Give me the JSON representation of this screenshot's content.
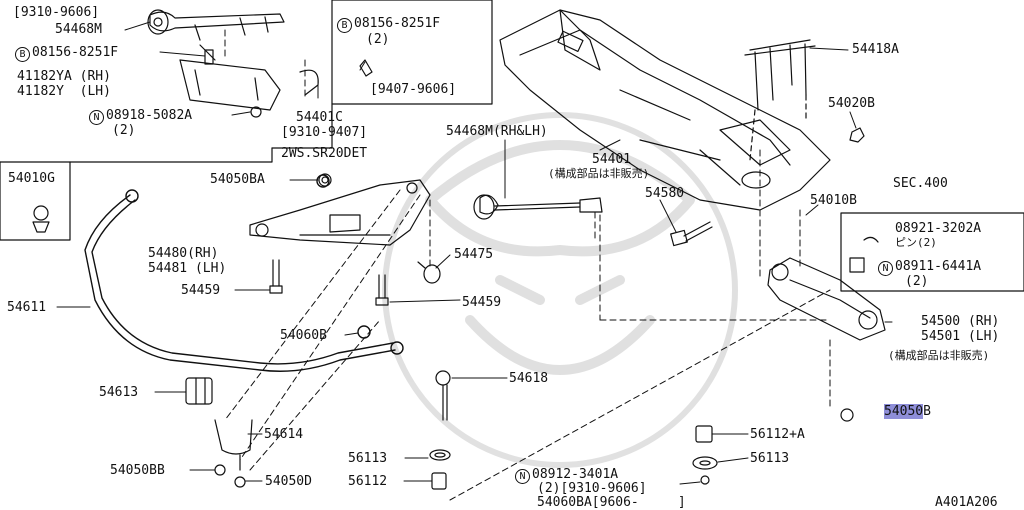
{
  "figure_id": "A401A206",
  "labels": {
    "range_9310_9606": "[9310-9606]",
    "p54468M_top": "54468M",
    "b08156_left": "08156-8251F",
    "p41182YA": "41182YA (RH)",
    "p41182Y": "41182Y  (LH)",
    "n08918": "08918-5082A",
    "n08918_qty": "(2)",
    "p54401C": "54401C",
    "range_9310_9407": "[9310-9407]",
    "engine_note": "2WS.SR20DET",
    "b08156_right": "08156-8251F",
    "b08156_right_qty": "(2)",
    "range_9407_9606": "[9407-9606]",
    "p54418A": "54418A",
    "p54020B": "54020B",
    "p54468M_mid": "54468M(RH&LH)",
    "p54401": "54401",
    "not_sold_1": "(構成部品は非販売)",
    "p54010G": "54010G",
    "p54050BA_top": "54050BA",
    "p54580": "54580",
    "sec400": "SEC.400",
    "p54010B": "54010B",
    "p08921": "08921-3202A",
    "p08921_note": "ピン(2)",
    "n08911": "08911-6441A",
    "n08911_qty": "(2)",
    "p54480": "54480(RH)",
    "p54481": "54481 (LH)",
    "p54475": "54475",
    "p54459_left": "54459",
    "p54459_mid": "54459",
    "p54611": "54611",
    "p54060B": "54060B",
    "p54500": "54500 (RH)",
    "p54501": "54501 (LH)",
    "not_sold_2": "(構成部品は非販売)",
    "p54618": "54618",
    "p54613": "54613",
    "p54050B_hl": "54050",
    "p54050B_tail": "B",
    "p54614": "54614",
    "p56112A": "56112+A",
    "p56113_mid": "56113",
    "p56113_right": "56113",
    "p54050BB": "54050BB",
    "p54050D": "54050D",
    "p56112": "56112",
    "n08912": "08912-3401A",
    "n08912_range": "(2)[9310-9606]",
    "p54060BA": "54060BA[9606-     ]"
  },
  "symbols": {
    "b": "B",
    "n": "N"
  },
  "colors": {
    "highlight": "#8e8ed8",
    "line": "#111111",
    "watermark": "#d8d8d8"
  }
}
